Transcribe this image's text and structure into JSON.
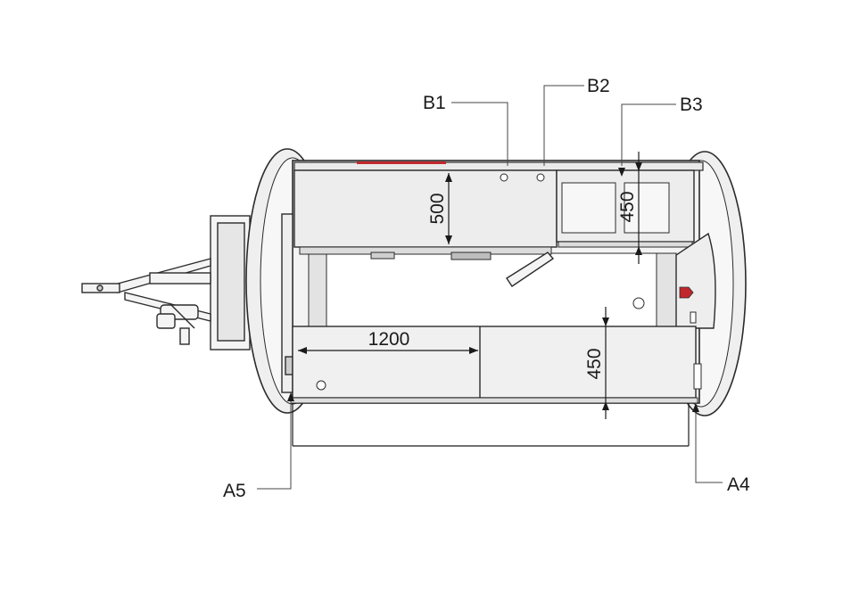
{
  "callouts": {
    "b1": "B1",
    "b2": "B2",
    "b3": "B3",
    "a4": "A4",
    "a5": "A5"
  },
  "dimensions": {
    "upper_cabinet_height": "500",
    "upper_shelf_height": "450",
    "bench_length": "1200",
    "bench_height": "450"
  },
  "colors": {
    "line": "#2b2b2b",
    "body_fill": "#f2f2f2",
    "cabinet_fill": "#ededed",
    "shadow": "#cfcfcf",
    "accent_red": "#c0282d"
  }
}
